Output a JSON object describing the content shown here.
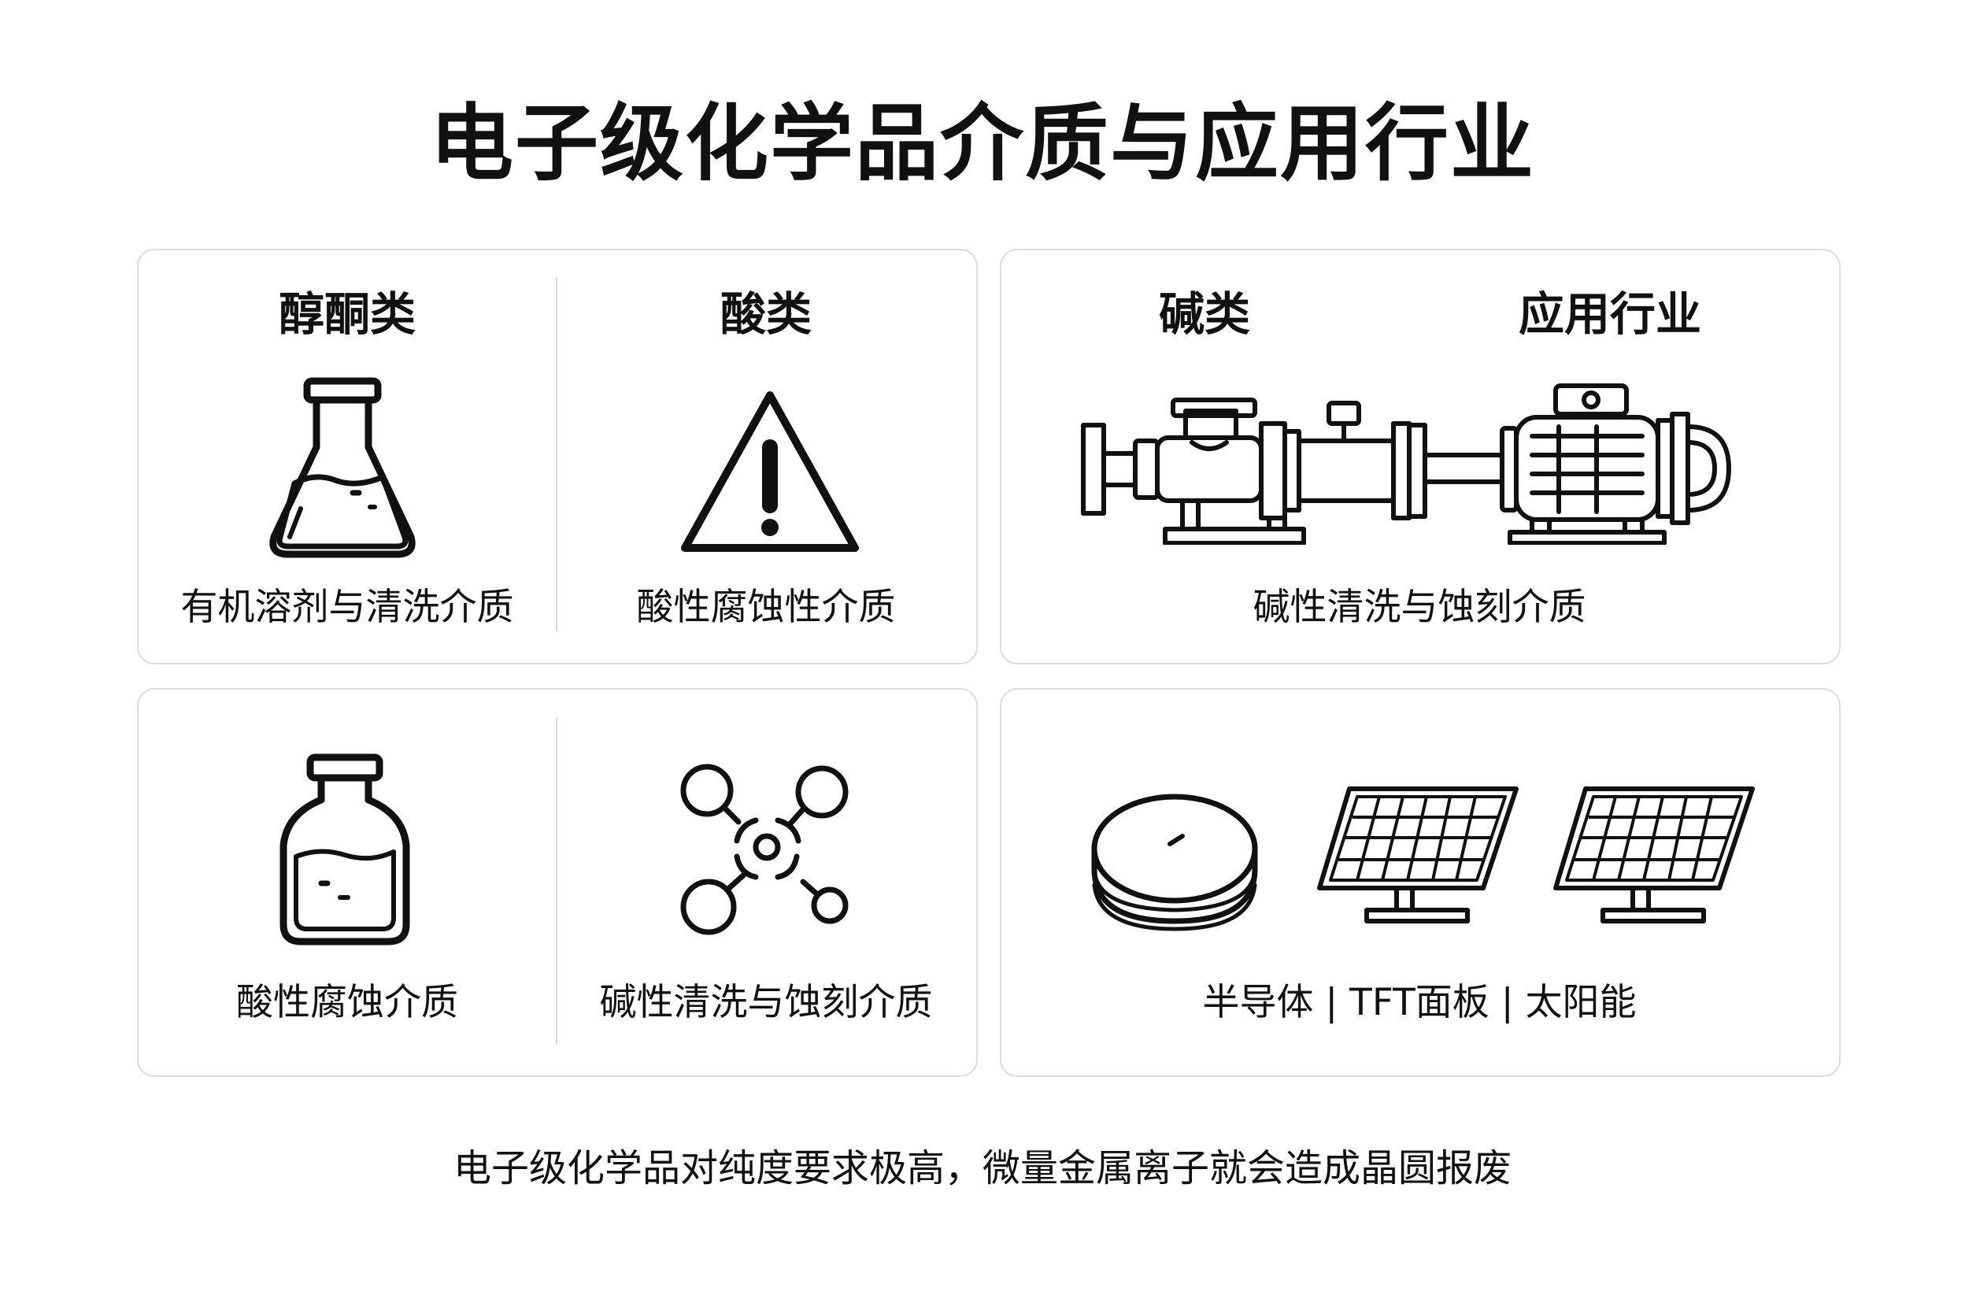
{
  "title": "电子级化学品介质与应用行业",
  "top_left": {
    "left": {
      "heading": "醇酮类",
      "caption": "有机溶剂与清洗介质",
      "icon": "conical-flask-icon"
    },
    "right": {
      "heading": "酸类",
      "caption": "酸性腐蚀性介质",
      "icon": "warning-triangle-icon"
    }
  },
  "top_right": {
    "heading_left": "碱类",
    "heading_right": "应用行业",
    "caption": "碱性清洗与蚀刻介质",
    "icon": "pump-motor-icon"
  },
  "bottom_left": {
    "left": {
      "caption": "酸性腐蚀介质",
      "icon": "reagent-bottle-icon"
    },
    "right": {
      "caption": "碱性清洗与蚀刻介质",
      "icon": "molecule-icon"
    }
  },
  "bottom_right": {
    "caption": "半导体 | TFT面板 | 太阳能",
    "icons": [
      "wafer-icon",
      "solar-panel-icon",
      "solar-panel-icon"
    ]
  },
  "footer": "电子级化学品对纯度要求极高，微量金属离子就会造成晶圆报废"
}
